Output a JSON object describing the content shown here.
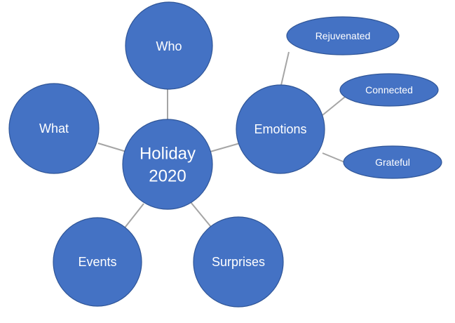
{
  "center": {
    "line1": "Holiday",
    "line2": "2020"
  },
  "branches": {
    "who": "Who",
    "what": "What",
    "emotions": "Emotions",
    "events": "Events",
    "surprises": "Surprises"
  },
  "emotion_children": {
    "rejuvenated": "Rejuvenated",
    "connected": "Connected",
    "grateful": "Grateful"
  },
  "colors": {
    "node_fill": "#4472c4",
    "connector": "#a5a5a5",
    "label": "#ffffff"
  }
}
